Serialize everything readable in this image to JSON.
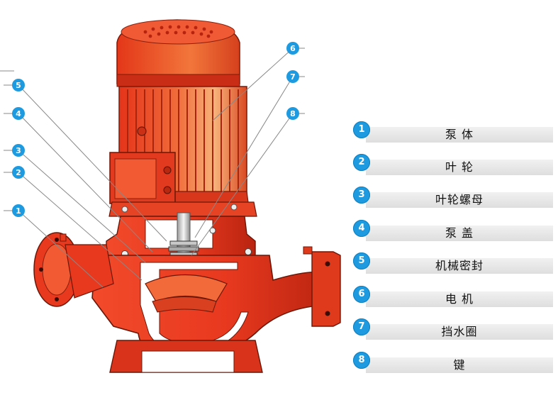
{
  "legend": [
    {
      "number": "1",
      "label": "泵 体"
    },
    {
      "number": "2",
      "label": "叶 轮"
    },
    {
      "number": "3",
      "label": "叶轮螺母"
    },
    {
      "number": "4",
      "label": "泵 盖"
    },
    {
      "number": "5",
      "label": "机械密封"
    },
    {
      "number": "6",
      "label": "电 机"
    },
    {
      "number": "7",
      "label": "挡水圈"
    },
    {
      "number": "8",
      "label": "键"
    }
  ],
  "callouts": [
    "1",
    "2",
    "3",
    "4",
    "5",
    "6",
    "7",
    "8"
  ],
  "colors": {
    "accent": "#1e9be0",
    "pump_red": "#e8391f",
    "bar_gray": "#e6e6e6"
  }
}
